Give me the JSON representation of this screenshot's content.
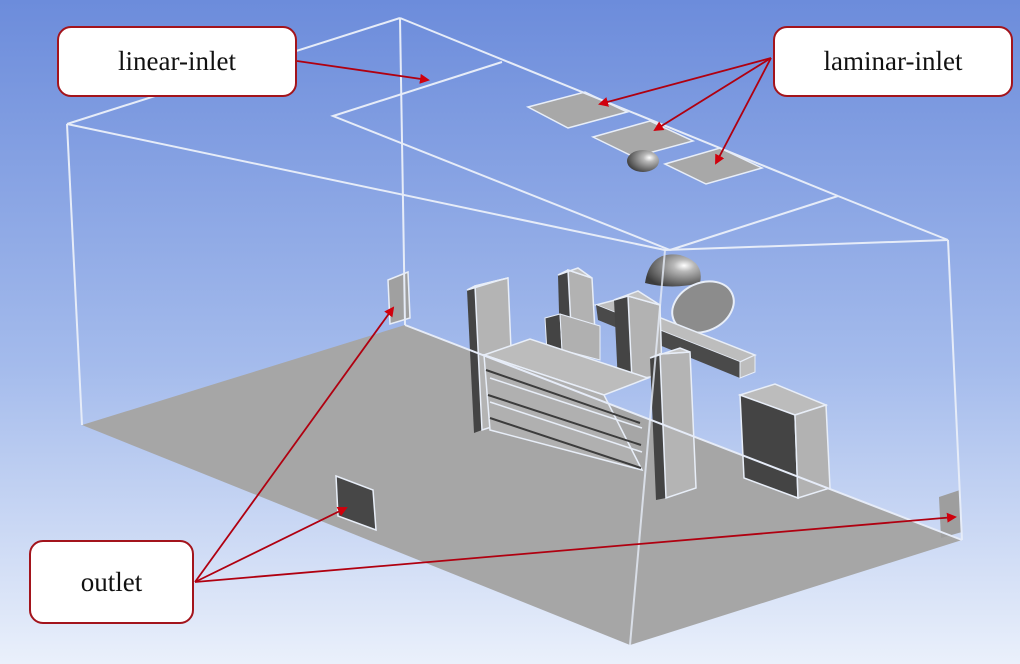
{
  "figure": {
    "description": "3D CFD room model with boundary condition labels",
    "colors": {
      "background_top": "#6f8fdc",
      "background_bottom": "#e6eefb",
      "floor": "#a6a6a6",
      "edge": "#e8eef8",
      "arrow": "#c8000a",
      "callout_border": "#a3141c",
      "inlet_patch": "#a8a8a8",
      "object_light": "#b4b4b4",
      "object_dark": "#4a4a4a"
    }
  },
  "labels": {
    "linear_inlet": "linear-inlet",
    "laminar_inlet": "laminar-inlet",
    "outlet": "outlet"
  }
}
